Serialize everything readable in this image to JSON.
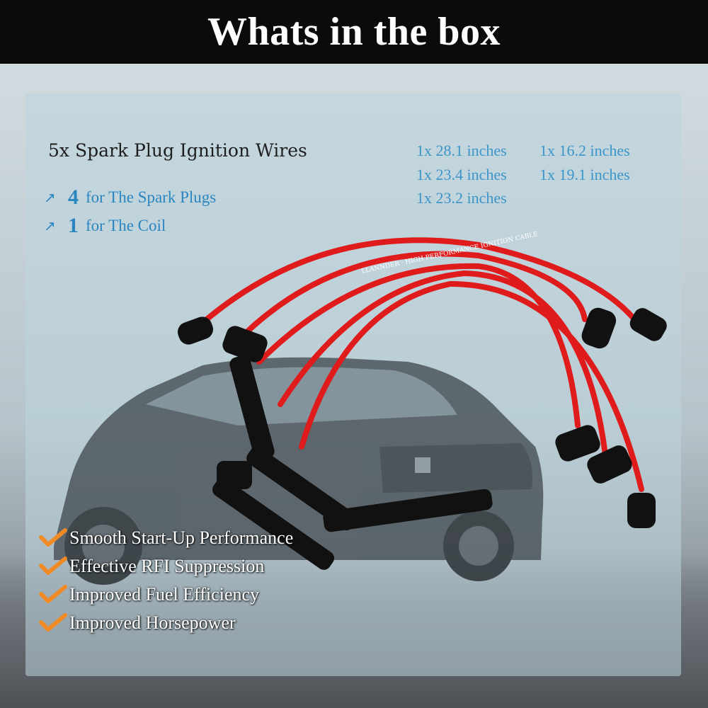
{
  "header": {
    "title": "Whats in the box"
  },
  "product": {
    "title": "5x Spark Plug Ignition Wires",
    "breakdown": [
      {
        "count": "4",
        "label": "for The Spark Plugs"
      },
      {
        "count": "1",
        "label": "for The Coil"
      }
    ],
    "lengths": [
      "1x 28.1 inches",
      "1x 16.2 inches",
      "1x 23.4 inches",
      "1x 19.1 inches",
      "1x 23.2 inches"
    ],
    "cable_print": "LLANNDER · HIGH PERFORMANCE IGNITION CABLE"
  },
  "features": [
    "Smooth Start-Up Performance",
    "Effective RFI Suppression",
    "Improved Fuel Efficiency",
    "Improved Horsepower"
  ],
  "colors": {
    "accent_blue": "#2b86c0",
    "wire_red": "#e01b1b",
    "check_orange": "#f08a24"
  },
  "icons": {
    "arrow": "arrow-up-right-icon",
    "check": "orange-check-icon"
  }
}
